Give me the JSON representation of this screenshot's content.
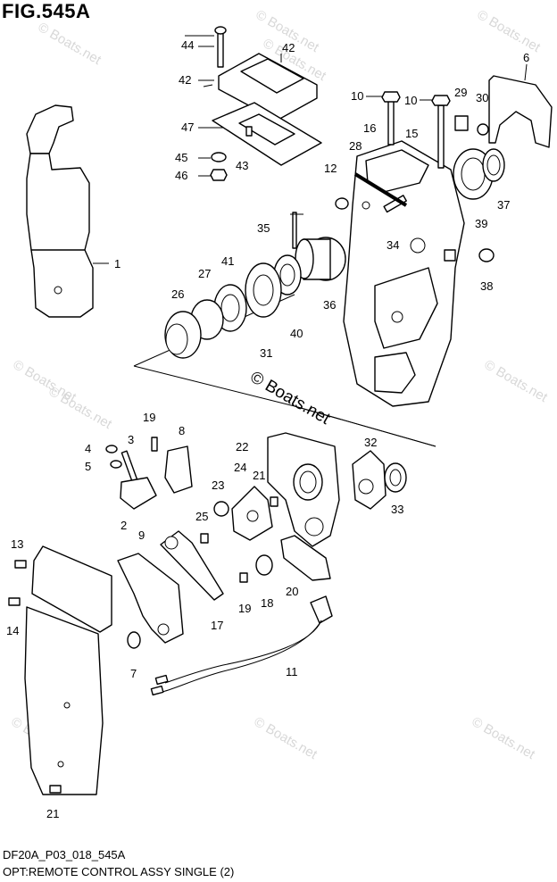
{
  "figure": {
    "title": "FIG.545A",
    "code": "DF20A_P03_018_545A",
    "name": "OPT:REMOTE CONTROL ASSY SINGLE (2)"
  },
  "watermark": {
    "text": "© Boats.net",
    "center_text": "© Boats.net"
  },
  "callouts": {
    "c1": "1",
    "c2": "2",
    "c3": "3",
    "c4": "4",
    "c5": "5",
    "c6": "6",
    "c7": "7",
    "c8": "8",
    "c9": "9",
    "c10a": "10",
    "c10b": "10",
    "c11": "11",
    "c12": "12",
    "c13": "13",
    "c14": "14",
    "c15": "15",
    "c16": "16",
    "c17": "17",
    "c18": "18",
    "c19a": "19",
    "c19b": "19",
    "c20": "20",
    "c21a": "21",
    "c21b": "21",
    "c22": "22",
    "c23": "23",
    "c24": "24",
    "c25": "25",
    "c26": "26",
    "c27": "27",
    "c28": "28",
    "c29": "29",
    "c30": "30",
    "c31": "31",
    "c32": "32",
    "c33": "33",
    "c34": "34",
    "c35": "35",
    "c36": "36",
    "c37": "37",
    "c38": "38",
    "c39": "39",
    "c40": "40",
    "c41": "41",
    "c42a": "42",
    "c42b": "42",
    "c43": "43",
    "c44": "44",
    "c45": "45",
    "c46": "46",
    "c47": "47"
  }
}
